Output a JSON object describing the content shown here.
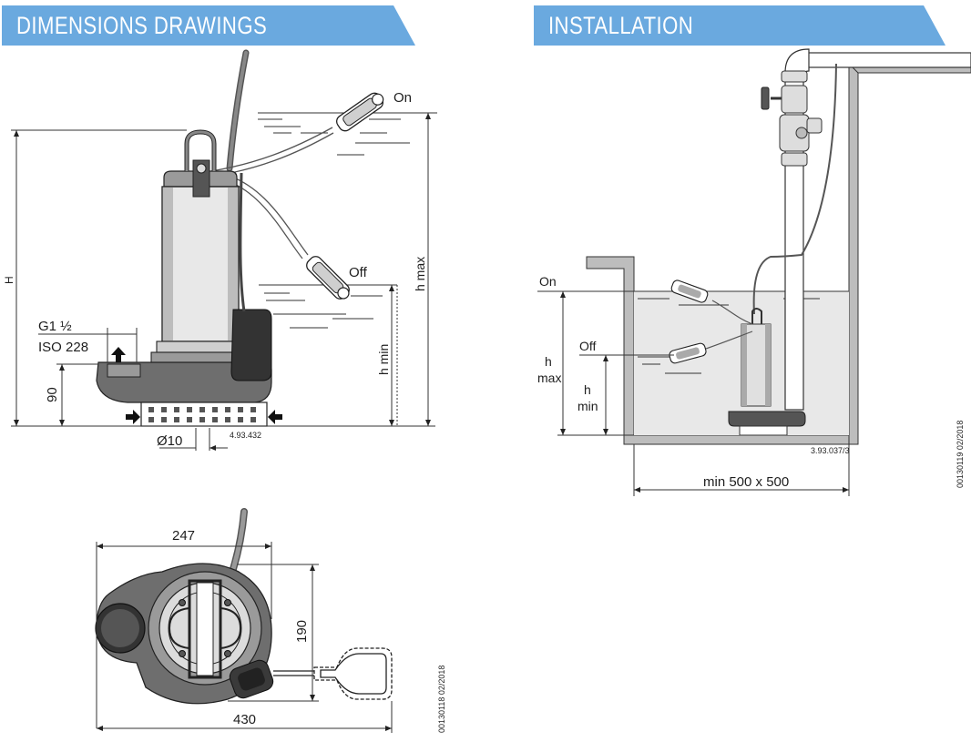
{
  "banners": {
    "dimensions_title": "DIMENSIONS DRAWINGS",
    "installation_title": "INSTALLATION",
    "color": "#6aa9df"
  },
  "side_view": {
    "label_on": "On",
    "label_off": "Off",
    "label_H": "H",
    "label_h_max": "h max",
    "label_h_min": "h min",
    "label_thread_1": "G1 ½",
    "label_thread_2": "ISO 228",
    "label_90": "90",
    "label_d10": "Ø10",
    "drawing_code": "4.93.432"
  },
  "top_view": {
    "label_247": "247",
    "label_190": "190",
    "label_430": "430",
    "doc_code": "00130118 02/2018"
  },
  "installation": {
    "label_on": "On",
    "label_off": "Off",
    "label_h": "h",
    "label_max": "max",
    "label_h2": "h",
    "label_min": "min",
    "label_pit": "min 500 x 500",
    "drawing_code": "3.93.037/3",
    "doc_code": "00130119 02/2018"
  }
}
